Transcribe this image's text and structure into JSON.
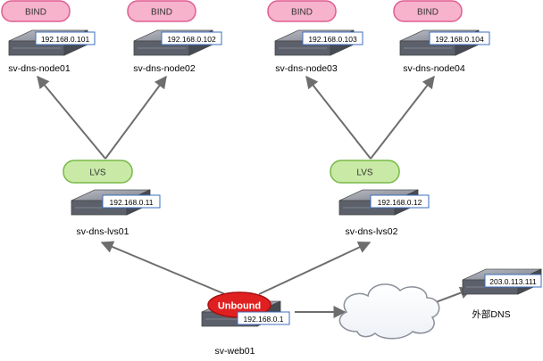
{
  "nodes": {
    "node01": {
      "label": "sv-dns-node01",
      "ip": "192.168.0.101",
      "role": "BIND"
    },
    "node02": {
      "label": "sv-dns-node02",
      "ip": "192.168.0.102",
      "role": "BIND"
    },
    "node03": {
      "label": "sv-dns-node03",
      "ip": "192.168.0.103",
      "role": "BIND"
    },
    "node04": {
      "label": "sv-dns-node04",
      "ip": "192.168.0.104",
      "role": "BIND"
    },
    "lvs01": {
      "label": "sv-dns-lvs01",
      "ip": "192.168.0.11",
      "role": "LVS"
    },
    "lvs02": {
      "label": "sv-dns-lvs02",
      "ip": "192.168.0.12",
      "role": "LVS"
    },
    "web01": {
      "label": "sv-web01",
      "ip": "192.168.0.1",
      "role": "Unbound"
    },
    "external": {
      "label": "外部DNS",
      "ip": "203.0.113.111"
    }
  },
  "colors": {
    "bind_fill": "#f6b3cb",
    "bind_stroke": "#e05d92",
    "lvs_fill": "#c9eaa6",
    "lvs_stroke": "#77b946",
    "unbound_fill": "#e02020",
    "unbound_stroke": "#a80f0f",
    "arrow": "#6e6e6e",
    "ip_border": "#3b6dbf"
  }
}
